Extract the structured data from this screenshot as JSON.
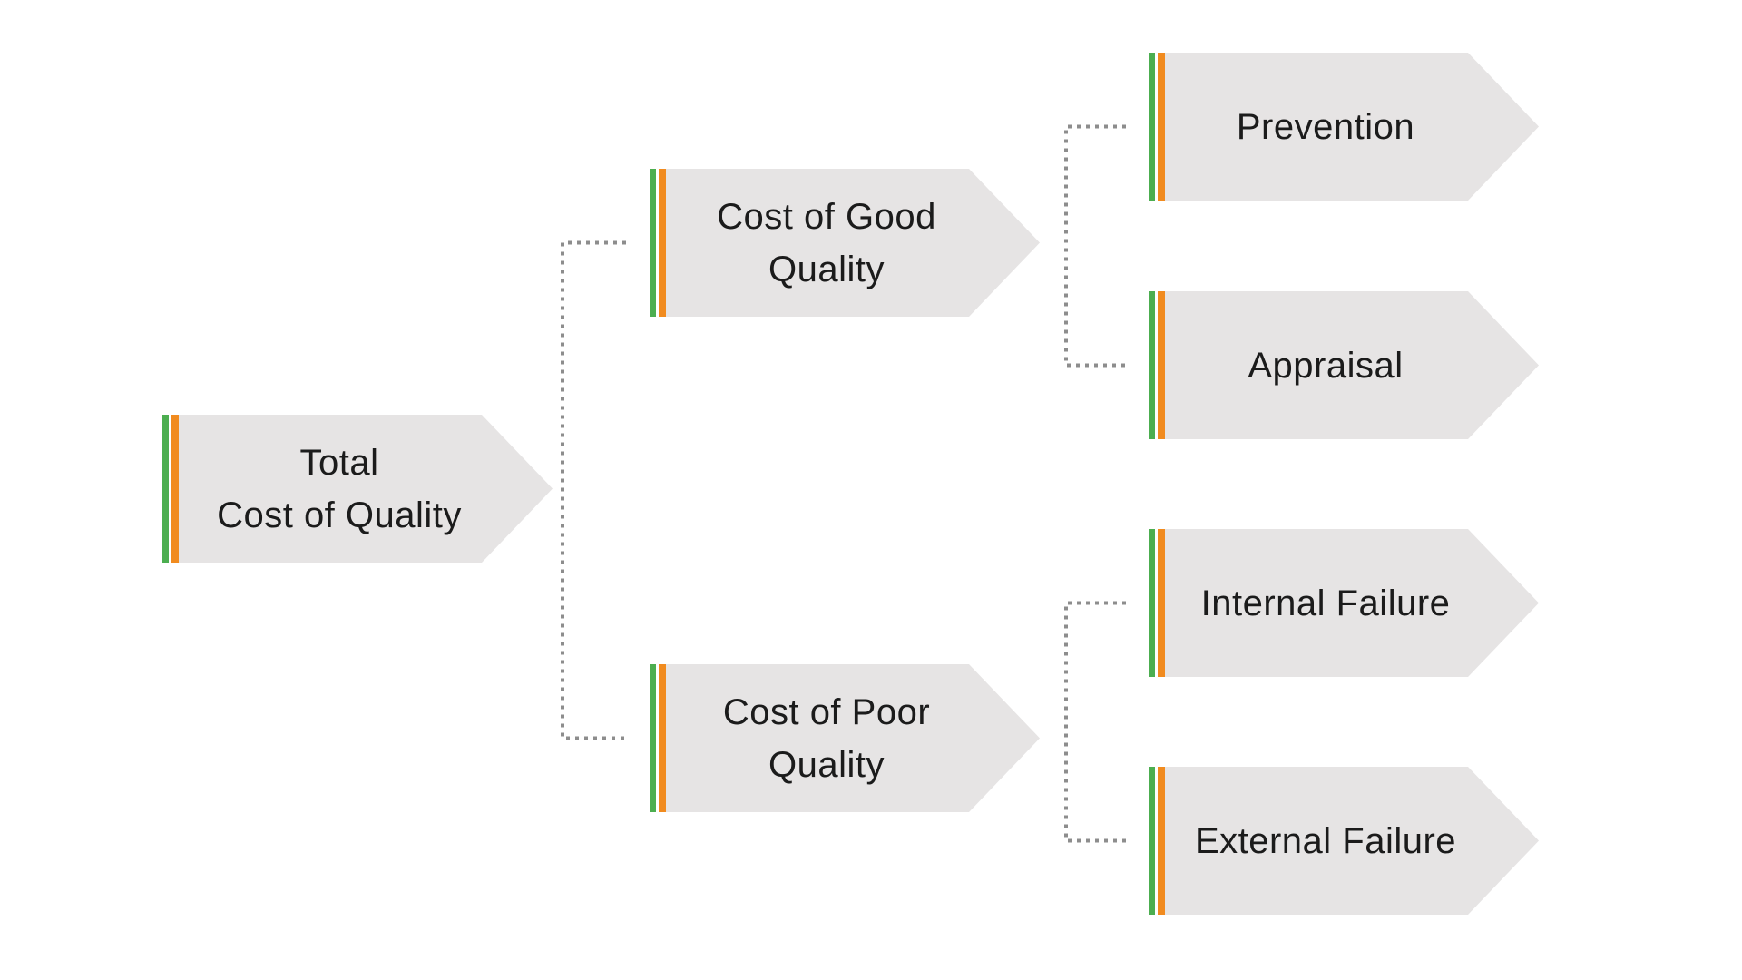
{
  "colors": {
    "stripe_green": "#4cae50",
    "stripe_orange": "#f18b1f",
    "node_fill": "#e6e4e4",
    "connector": "#8d8d8d",
    "text": "#1b1b1b",
    "background": "#ffffff"
  },
  "nodes": {
    "root": {
      "id": "total-cost-of-quality",
      "lines": [
        "Total",
        "Cost of Quality"
      ]
    },
    "good": {
      "id": "cost-of-good-quality",
      "lines": [
        "Cost of Good",
        "Quality"
      ]
    },
    "poor": {
      "id": "cost-of-poor-quality",
      "lines": [
        "Cost of Poor",
        "Quality"
      ]
    },
    "prevention": {
      "id": "prevention",
      "lines": [
        "Prevention"
      ]
    },
    "appraisal": {
      "id": "appraisal",
      "lines": [
        "Appraisal"
      ]
    },
    "internal": {
      "id": "internal-failure",
      "lines": [
        "Internal Failure"
      ]
    },
    "external": {
      "id": "external-failure",
      "lines": [
        "External Failure"
      ]
    }
  },
  "edges": [
    {
      "from": "total-cost-of-quality",
      "to": "cost-of-good-quality"
    },
    {
      "from": "total-cost-of-quality",
      "to": "cost-of-poor-quality"
    },
    {
      "from": "cost-of-good-quality",
      "to": "prevention"
    },
    {
      "from": "cost-of-good-quality",
      "to": "appraisal"
    },
    {
      "from": "cost-of-poor-quality",
      "to": "internal-failure"
    },
    {
      "from": "cost-of-poor-quality",
      "to": "external-failure"
    }
  ]
}
